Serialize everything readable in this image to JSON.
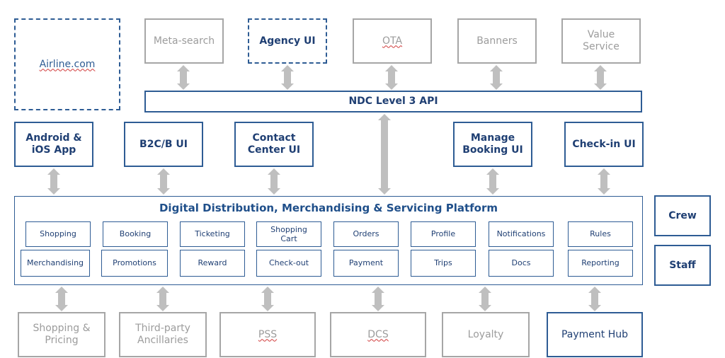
{
  "channels": {
    "airline": "Airline.com",
    "meta": "Meta-search",
    "agency": "Agency UI",
    "ota": "OTA",
    "banners": "Banners",
    "value": "Value Service"
  },
  "api": {
    "label": "NDC Level 3 API"
  },
  "frontends": {
    "android": "Android & iOS App",
    "b2c": "B2C/B UI",
    "contact": "Contact Center UI",
    "manage": "Manage Booking UI",
    "checkin": "Check-in UI"
  },
  "platform": {
    "title": "Digital Distribution, Merchandising & Servicing Platform",
    "modules_top": [
      "Shopping",
      "Booking",
      "Ticketing",
      "Shopping Cart",
      "Orders",
      "Profile",
      "Notifications",
      "Rules"
    ],
    "modules_bottom": [
      "Merchandising",
      "Promotions",
      "Reward",
      "Check-out",
      "Payment",
      "Trips",
      "Docs",
      "Reporting"
    ]
  },
  "side": {
    "crew": "Crew",
    "staff": "Staff"
  },
  "backends": {
    "shopping_pricing": "Shopping & Pricing",
    "ancillaries": "Third-party Ancillaries",
    "pss": "PSS",
    "dcs": "DCS",
    "loyalty": "Loyalty",
    "payment_hub": "Payment Hub"
  },
  "colors": {
    "blue": "#2e5c94",
    "gray": "#a6a6a6",
    "arrow": "#bfbfbf"
  }
}
